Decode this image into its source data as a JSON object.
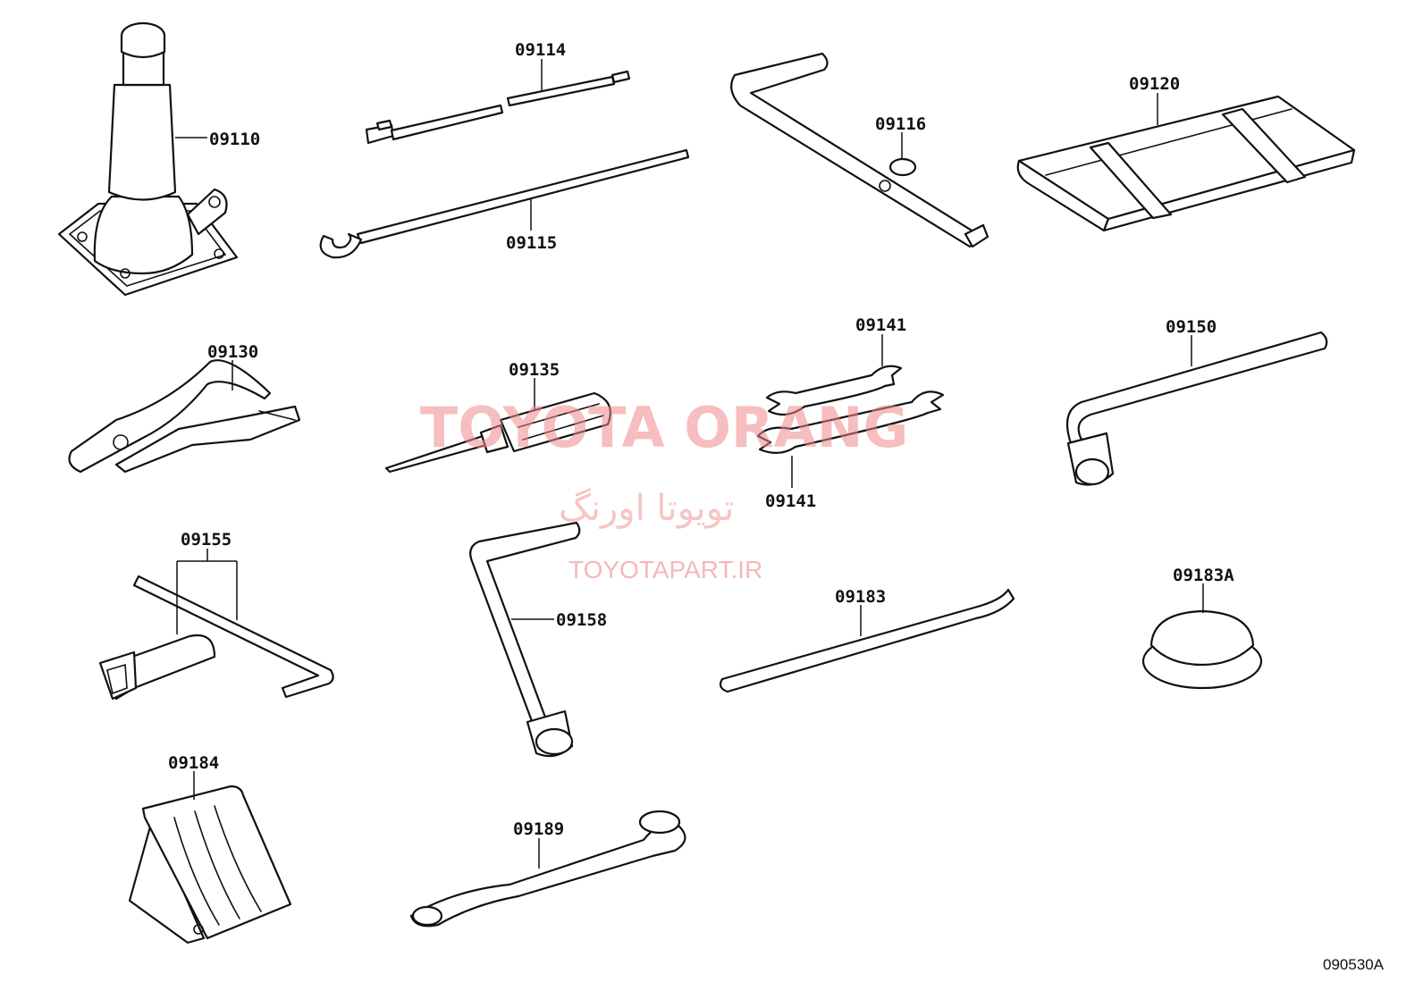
{
  "labels": {
    "p09110": "09110",
    "p09114": "09114",
    "p09115": "09115",
    "p09116": "09116",
    "p09120": "09120",
    "p09130": "09130",
    "p09135": "09135",
    "p09141a": "09141",
    "p09141b": "09141",
    "p09150": "09150",
    "p09155": "09155",
    "p09158": "09158",
    "p09183": "09183",
    "p09183A": "09183A",
    "p09184": "09184",
    "p09189": "09189"
  },
  "watermark": {
    "brand": "TOYOTA ORANG",
    "brand_fa": "تویوتا اورنگ",
    "site": "TOYOTAPART.IR"
  },
  "diagram_ref": "090530A",
  "colors": {
    "line": "#111111",
    "watermark": "#f08a8a",
    "background": "#ffffff"
  }
}
